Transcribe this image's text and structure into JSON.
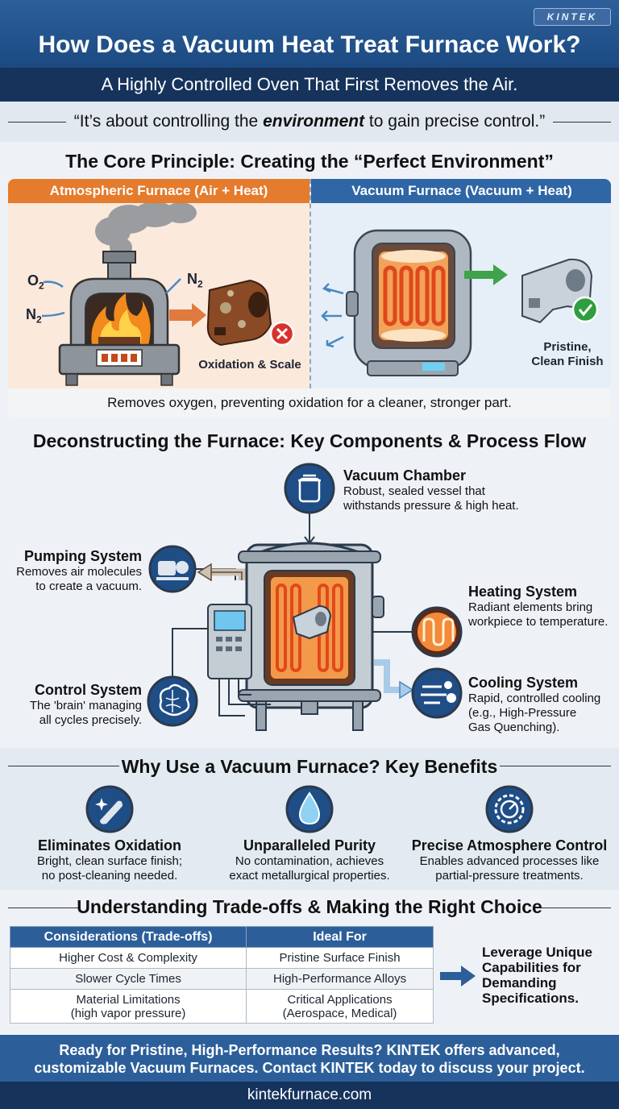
{
  "brand": {
    "logo": "KINTEK"
  },
  "header": {
    "title": "How Does a Vacuum Heat Treat Furnace Work?",
    "subtitle": "A Highly Controlled Oven That First Removes the Air.",
    "quote_before": "“It’s about controlling the ",
    "quote_em": "environment",
    "quote_after": " to gain precise control.”"
  },
  "principle": {
    "title": "The Core Principle: Creating the “Perfect Environment”",
    "left_header": "Atmospheric Furnace (Air + Heat)",
    "right_header": "Vacuum Furnace (Vacuum + Heat)",
    "gas_o": "O",
    "gas_n": "N",
    "gas_sub": "2",
    "left_caption": "Oxidation & Scale",
    "right_caption_1": "Pristine,",
    "right_caption_2": "Clean Finish",
    "footer": "Removes oxygen, preventing oxidation for a cleaner, stronger part."
  },
  "components": {
    "title": "Deconstructing the Furnace: Key Components & Process Flow",
    "items": [
      {
        "name": "Vacuum Chamber",
        "desc_1": "Robust, sealed vessel that",
        "desc_2": "withstands pressure & high heat.",
        "icon": "chamber-icon"
      },
      {
        "name": "Pumping System",
        "desc_1": "Removes air molecules",
        "desc_2": "to create a vacuum.",
        "icon": "pump-icon"
      },
      {
        "name": "Heating System",
        "desc_1": "Radiant elements bring",
        "desc_2": "workpiece to temperature.",
        "icon": "heating-coil-icon"
      },
      {
        "name": "Control System",
        "desc_1": "The 'brain' managing",
        "desc_2": "all cycles precisely.",
        "icon": "brain-icon"
      },
      {
        "name": "Cooling System",
        "desc_1": "Rapid, controlled cooling",
        "desc_2": "(e.g., High-Pressure",
        "desc_3": "Gas Quenching).",
        "icon": "cooling-gas-icon"
      }
    ]
  },
  "benefits": {
    "title": "Why Use a Vacuum Furnace? Key Benefits",
    "items": [
      {
        "name": "Eliminates Oxidation",
        "desc_1": "Bright, clean surface finish;",
        "desc_2": "no post-cleaning needed.",
        "icon": "shiny-part-icon"
      },
      {
        "name": "Unparalleled Purity",
        "desc_1": "No contamination, achieves",
        "desc_2": "exact metallurgical properties.",
        "icon": "droplet-icon"
      },
      {
        "name": "Precise Atmosphere Control",
        "desc_1": "Enables advanced processes like",
        "desc_2": "partial-pressure treatments.",
        "icon": "gauge-gear-icon"
      }
    ]
  },
  "tradeoffs": {
    "title": "Understanding Trade-offs & Making the Right Choice",
    "col_1": "Considerations (Trade-offs)",
    "col_2": "Ideal For",
    "rows": [
      {
        "a1": "Higher Cost & Complexity",
        "a2": "",
        "b1": "Pristine Surface Finish",
        "b2": ""
      },
      {
        "a1": "Slower Cycle Times",
        "a2": "",
        "b1": "High-Performance Alloys",
        "b2": ""
      },
      {
        "a1": "Material Limitations",
        "a2": "(high vapor pressure)",
        "b1": "Critical Applications",
        "b2": "(Aerospace, Medical)"
      }
    ],
    "leverage_1": "Leverage Unique",
    "leverage_2": "Capabilities for",
    "leverage_3": "Demanding",
    "leverage_4": "Specifications."
  },
  "footer": {
    "line_1": "Ready for Pristine, High-Performance Results? KINTEK offers advanced,",
    "line_2": "customizable Vacuum Furnaces. Contact KINTEK today to discuss your project.",
    "url": "kintekfurnace.com"
  },
  "colors": {
    "primary_blue": "#2c5f9a",
    "navy": "#16335c",
    "orange": "#e57b2c",
    "green_check": "#2e9e3e",
    "red_x": "#d8322e"
  }
}
